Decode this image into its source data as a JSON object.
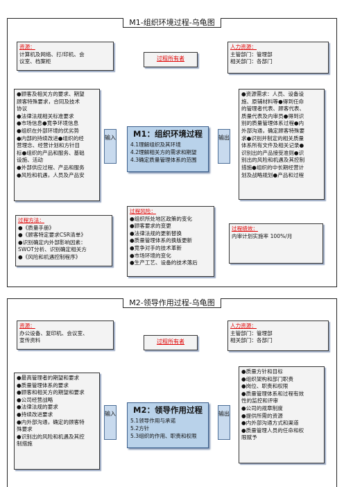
{
  "m1": {
    "title": "M1-组织环境过程-乌龟图",
    "resource": {
      "label": "资源：",
      "lines": [
        "计算机及网络、打/印机、会",
        "议室、档案柜"
      ]
    },
    "hr": {
      "label": "人力资源：",
      "lines": [
        "主管部门：管理部",
        "相关部门：各部门"
      ]
    },
    "owner": "过程所有者",
    "inputs": [
      "●顾客及相关方的要求、期望",
      "顾客特殊要求，合同及技术",
      "协议",
      "●法律法规相关标准要求",
      "●市场信息●竞争环境信息",
      "●组织在外部环境的优劣势",
      "●内部的持续改进●组织的经",
      "营理念、经营计划和方针目",
      "标●组织的产品和服务、基础",
      "设施、活动",
      "●外部供应过程、产品和服务",
      "●风险和机遇，人员及产品安"
    ],
    "input_label": "输入",
    "center": {
      "title": "M1：组织环境过程",
      "lines": [
        "4.1理解组织及其环境",
        "4.2理解相关方的需求和期望",
        "4.3确定质量管理体系的范围"
      ]
    },
    "output_label": "输出",
    "outputs": [
      "●资源需求：人员、设备设",
      "施、原辅材料等●得到任命",
      "的管理者代表、顾客代表、",
      "质量代表及内审员●得到识",
      "别的质量管理体系过程●内",
      "外部沟通，确定顾客特殊要",
      "求●识别并制定的相关质量",
      "体系所有文件及相关记录●",
      "识别出的产品接受准则●识",
      "别出的风险和机遇及其控制",
      "措施●组织的中长期经营计",
      "划及战略规划●产品和过程"
    ],
    "method": {
      "label": "过程方法：",
      "lines": [
        "●《质量手册》",
        "●《顾客特定要求CSR清单》",
        "●识别确定内外部影响因素：",
        "SWOT分析、识别确定相关方",
        "●《风险和机遇控制程序》"
      ]
    },
    "risk": {
      "label": "过程风险：",
      "lines": [
        "●组织所处地区政策的变化",
        "●顾客要求的变更",
        "●法律法规的更新替换",
        "●质量管理体系的换版更新",
        "●竞争对手的技术革新",
        "●市场环境的变化",
        "●生产工艺、设备的技术落后"
      ]
    },
    "kpi": {
      "label": "过程绩效：",
      "lines": [
        "内审计划实施率 100%/月"
      ]
    }
  },
  "m2": {
    "title": "M2-领导作用过程-乌龟图",
    "resource": {
      "label": "资源：",
      "lines": [
        "办公设备、复印机、会议室、",
        "宣传资料"
      ]
    },
    "hr": {
      "label": "人力资源：",
      "lines": [
        "主管部门：管理部",
        "相关部门：各部门"
      ]
    },
    "owner": "过程所有者",
    "inputs": [
      "●最高管理者的期望和要求",
      "●质量管理体系的要求",
      "●顾客和相关方的期望和要求",
      "●公司经营战略",
      "●法律法规的要求",
      "●持续改进要求",
      "●内外部沟通，确定的顾客特",
      "殊要求",
      "●识别出的风险和机遇及其控",
      "制措施"
    ],
    "input_label": "输入",
    "center": {
      "title": "M2：领导作用过程",
      "lines": [
        "5.1领导作用与承诺",
        "5.2方针",
        "5.3组织的作用、职责和权限"
      ]
    },
    "output_label": "输出",
    "outputs": [
      "●质量方针和目标",
      "●组织架构和部门职责",
      "●岗位、职责和权限",
      "●质量管理体系和过程有效",
      "性的监控和评审",
      "●公司的规章制度",
      "●提供所需的资源",
      "●内外部沟通方式和渠道",
      "●质量管理人员的任命和权",
      "限赋予"
    ]
  },
  "colors": {
    "arrow": "#5b8cc7",
    "center_fill": "#b9d2ea",
    "label_red": "#e00000"
  }
}
